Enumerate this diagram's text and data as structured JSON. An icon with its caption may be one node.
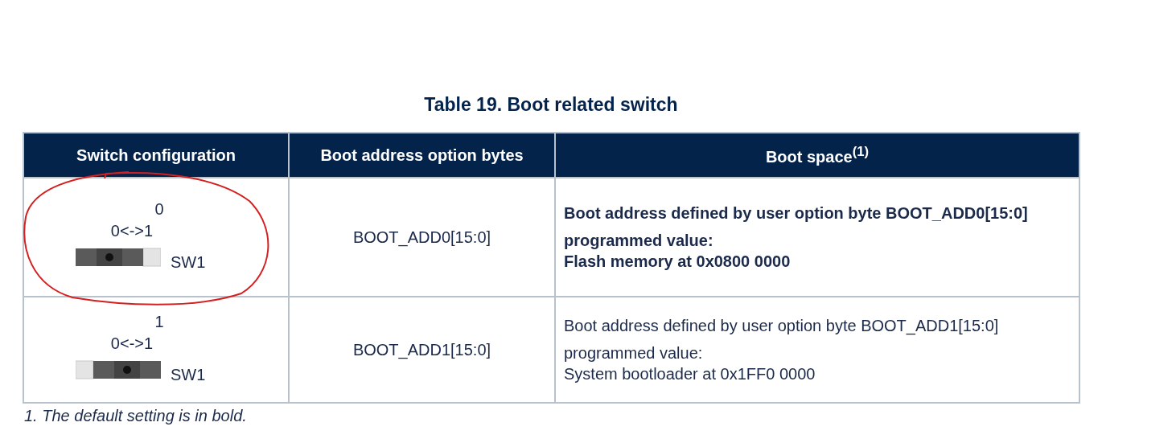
{
  "diagram": {
    "title": "Table 19. Boot related switch",
    "caption": "1. The default setting is in bold.",
    "labels": [
      "Switch configuration",
      "Boot address option bytes",
      "Boot space$^{(1)}$",
      "0",
      "0<->1",
      "SW1",
      "BOOT_ADD0[15:0]",
      "Boot address defined by user option byte BOOT_ADD0[15:0]",
      "programmed value:",
      "Flash memory at 0x0800 0000",
      "1",
      "0<->1",
      "SW1",
      "BOOT_ADD1[15:0]",
      "Boot address defined by user option byte BOOT_ADD1[15:0]",
      "programmed value:",
      "System bootloader at 0x1FF0 0000"
    ]
  }
}
